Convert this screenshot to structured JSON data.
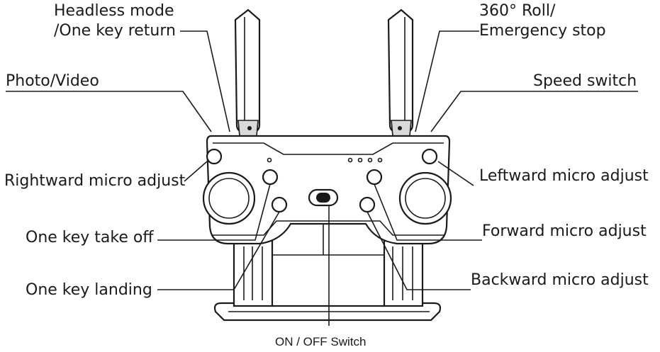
{
  "labels": {
    "headless_line1": "Headless mode",
    "headless_line2": "/One key return",
    "roll_line1": "360° Roll/",
    "roll_line2": "Emergency stop",
    "photo_video": "Photo/Video",
    "speed_switch": "Speed switch",
    "rightward": "Rightward micro adjust",
    "leftward": "Leftward micro adjust",
    "take_off": "One key take off",
    "forward": "Forward micro adjust",
    "landing": "One key landing",
    "backward": "Backward micro adjust",
    "on_off": "ON / OFF Switch"
  }
}
